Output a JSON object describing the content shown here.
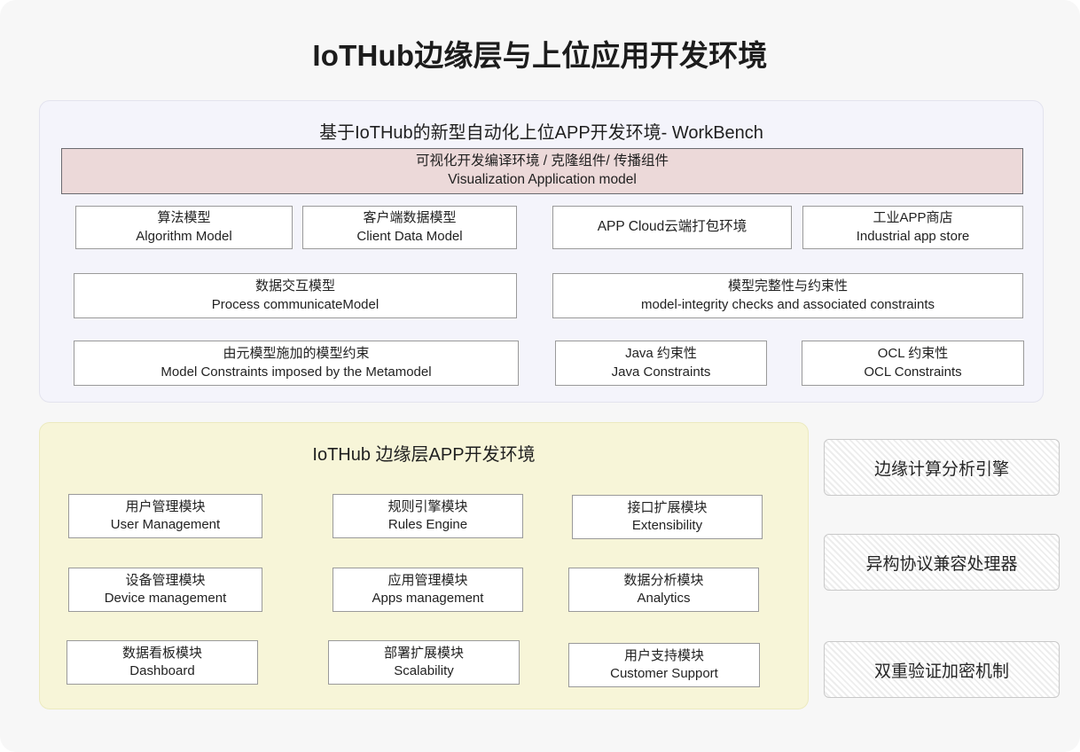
{
  "title": "IoTHub边缘层与上位应用开发环境",
  "upper_panel": {
    "title": "基于IoTHub的新型自动化上位APP开发环境- WorkBench",
    "banner": {
      "cn": "可视化开发编译环境 / 克隆组件/ 传播组件",
      "en": "Visualization Application model",
      "bg_color": "#ecd9d9"
    },
    "boxes": [
      {
        "cn": "算法模型",
        "en": "Algorithm Model"
      },
      {
        "cn": "客户端数据模型",
        "en": "Client Data Model"
      },
      {
        "cn": "APP Cloud云端打包环境",
        "en": ""
      },
      {
        "cn": "工业APP商店",
        "en": "Industrial app store"
      },
      {
        "cn": "数据交互模型",
        "en": "Process communicateModel"
      },
      {
        "cn": "模型完整性与约束性",
        "en": "model-integrity checks and associated constraints"
      },
      {
        "cn": "由元模型施加的模型约束",
        "en": "Model Constraints imposed by the Metamodel"
      },
      {
        "cn": "Java 约束性",
        "en": "Java Constraints"
      },
      {
        "cn": "OCL 约束性",
        "en": "OCL Constraints"
      }
    ],
    "bg_color": "#f4f4fb"
  },
  "lower_panel": {
    "title": "IoTHub 边缘层APP开发环境",
    "modules": [
      {
        "cn": "用户管理模块",
        "en": "User Management"
      },
      {
        "cn": "规则引擎模块",
        "en": "Rules Engine"
      },
      {
        "cn": "接口扩展模块",
        "en": "Extensibility"
      },
      {
        "cn": "设备管理模块",
        "en": "Device management"
      },
      {
        "cn": "应用管理模块",
        "en": "Apps management"
      },
      {
        "cn": "数据分析模块",
        "en": "Analytics"
      },
      {
        "cn": "数据看板模块",
        "en": "Dashboard"
      },
      {
        "cn": "部署扩展模块",
        "en": "Scalability"
      },
      {
        "cn": "用户支持模块",
        "en": "Customer Support"
      }
    ],
    "bg_color": "#f7f5d8"
  },
  "side_cards": [
    {
      "label": "边缘计算分析引擎"
    },
    {
      "label": "异构协议兼容处理器"
    },
    {
      "label": "双重验证加密机制"
    }
  ]
}
